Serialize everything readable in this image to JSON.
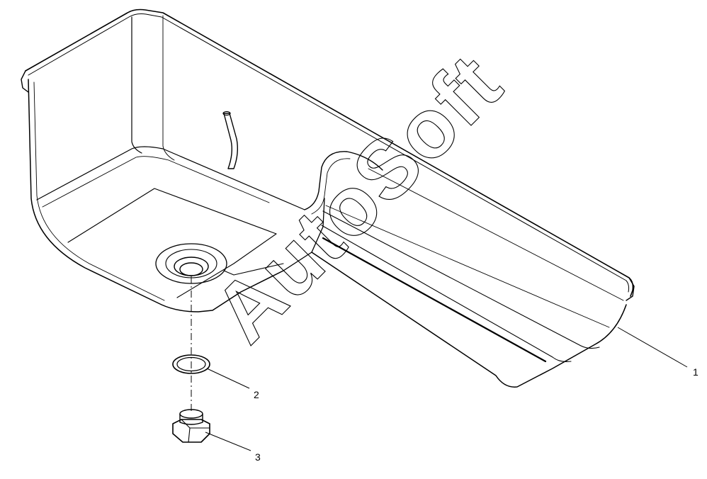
{
  "watermark": "AutoSoft",
  "callouts": [
    {
      "id": "1",
      "label": "1"
    },
    {
      "id": "2",
      "label": "2"
    },
    {
      "id": "3",
      "label": "3"
    }
  ],
  "colors": {
    "line": "#000000",
    "background": "#ffffff"
  }
}
